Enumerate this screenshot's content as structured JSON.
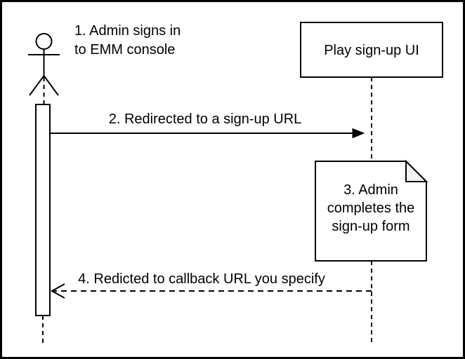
{
  "diagram": {
    "type": "uml-sequence-diagram",
    "colors": {
      "stroke": "#000000",
      "background": "#ffffff",
      "note_fold_fill": "#f2f2f2"
    },
    "actor": {
      "name": "Admin",
      "label_lines": [
        "1. Admin signs in",
        "to EMM console"
      ]
    },
    "participant": {
      "label": "Play sign-up UI"
    },
    "note": {
      "label_lines": [
        "3. Admin",
        "completes the",
        "sign-up form"
      ]
    },
    "messages": [
      {
        "label": "2. Redirected to a sign-up URL",
        "style": "solid",
        "from": "Admin",
        "to": "Play sign-up UI"
      },
      {
        "label": "4. Redicted to callback URL you specify",
        "style": "dashed",
        "from": "Play sign-up UI",
        "to": "Admin"
      }
    ]
  }
}
